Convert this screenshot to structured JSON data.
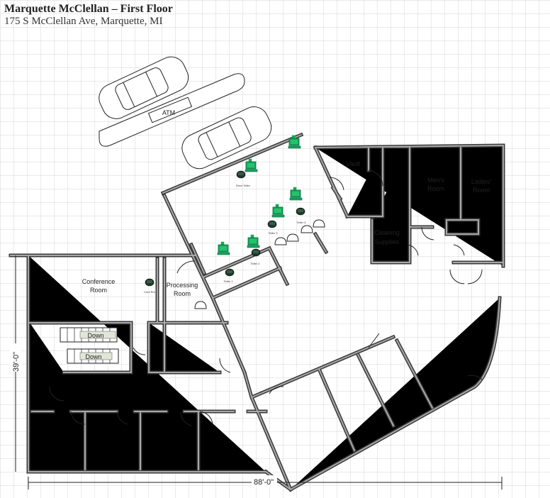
{
  "header": {
    "title": "Marquette McClellan – First Floor",
    "address": "175 S McClellan Ave, Marquette, MI"
  },
  "rooms": {
    "conference": [
      "Conference",
      "Room"
    ],
    "processing": [
      "Processing",
      "Room"
    ],
    "vault": "Vault",
    "mens": [
      "Men's",
      "Room"
    ],
    "ladies": [
      "Ladies'",
      "Room"
    ],
    "cleaning": [
      "Cleaning",
      "Supplies"
    ]
  },
  "stairs": [
    "Down",
    "Down"
  ],
  "atm": "ATM",
  "stations": {
    "drive_teller": "Drive Teller",
    "teller_1": "Teller 1",
    "teller_2": "Teller 2",
    "teller_3": "Teller 3",
    "teller_4": "Teller 4",
    "conf_rm": "Conf Rm"
  },
  "dimensions": {
    "height": "39'-0\"",
    "width": "88'-0\""
  },
  "colors": {
    "computer": "#1aa55a",
    "wall": "#3a3a3a",
    "grid": "#d6d6d6"
  }
}
